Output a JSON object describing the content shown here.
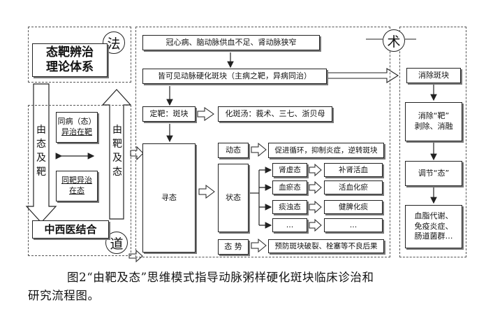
{
  "corner_labels": {
    "fa": "法",
    "shu": "术",
    "dao": "道"
  },
  "left": {
    "system_title_line1": "态靶辨治",
    "system_title_line2": "理论体系",
    "tong_bing_line1": "同病（态）",
    "tong_bing_line2": "异治在靶",
    "tong_ba_line1": "同靶异治",
    "tong_ba_line2": "在态",
    "arrow_left_text": "由态及靶",
    "arrow_right_text": "由靶及态",
    "integration": "中西医结合"
  },
  "middle": {
    "diseases": "冠心病、脑动脉供血不足、肾动脉狭窄",
    "common": "皆可见动脉硬化斑块（主病之靶，异病同治）",
    "target_label": "定靶：斑块",
    "formula": "化斑汤：莪术、三七、浙贝母",
    "seek_state": "寻态",
    "dynamic_label": "动态",
    "dynamic_action": "促进循环，抑制炎症，逆转斑块",
    "state_label": "状态",
    "states": [
      {
        "name": "肾虚态",
        "treatment": "补肾活血"
      },
      {
        "name": "血瘀态",
        "treatment": "活血化瘀"
      },
      {
        "name": "痰浊态",
        "treatment": "健脾化痰"
      },
      {
        "name": "…",
        "treatment": "…"
      }
    ],
    "trend_label": "态 势",
    "trend_action": "预防斑块破裂、栓塞等不良后果"
  },
  "right": {
    "step1": "消除斑块",
    "step2_line1": "消除“靶”",
    "step2_line2": "剥除、消融",
    "step3": "调节“态”",
    "step4_line1": "血脂代谢、",
    "step4_line2": "免疫炎症、",
    "step4_line3": "肠道菌群…"
  },
  "caption": {
    "line1": "图2“由靶及态”思维模式指导动脉粥样硬化斑块临床诊治和",
    "line2": "研究流程图。"
  }
}
